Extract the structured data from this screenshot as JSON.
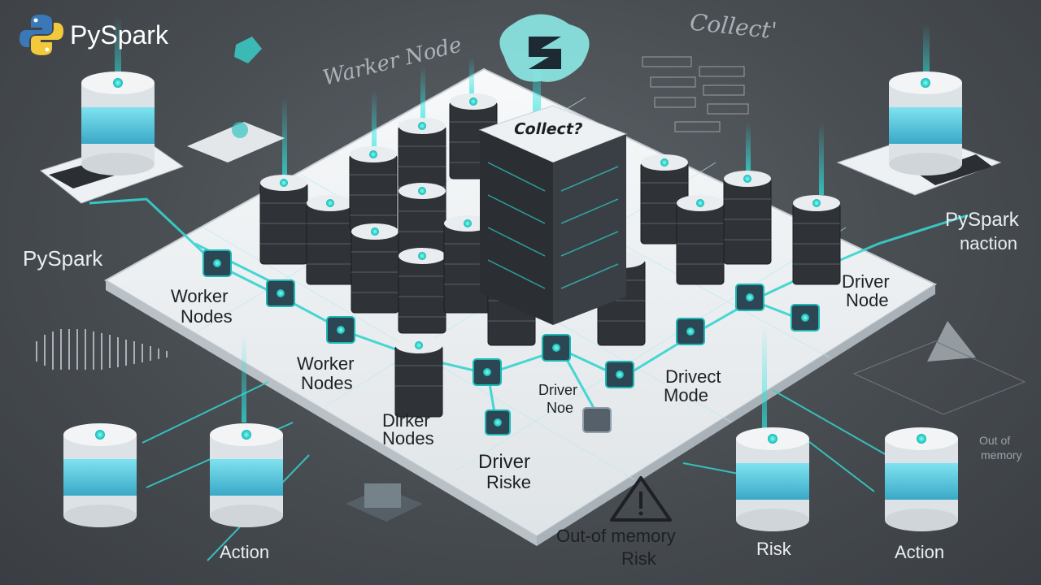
{
  "brand": {
    "name": "PySpark",
    "logo_icon": "python-logo-icon"
  },
  "labels": {
    "collect_cube": "Collect?",
    "collect_top": "Collect'",
    "worker_node_top": "Warker Node",
    "pyspark_left": "PySpark",
    "pyspark_right": "PySpark",
    "pyspark_right_sub": "naction",
    "worker_nodes_1_line1": "Worker",
    "worker_nodes_1_line2": "Nodes",
    "worker_nodes_2_line1": "Worker",
    "worker_nodes_2_line2": "Nodes",
    "dirker_nodes_line1": "Dirker",
    "dirker_nodes_line2": "Nodes",
    "driver_risk_line1": "Driver",
    "driver_risk_line2": "Riske",
    "driver_noe_line1": "Driver",
    "driver_noe_line2": "Noe",
    "drivect_mode_line1": "Drivect",
    "drivect_mode_line2": "Mode",
    "driver_node_line1": "Driver",
    "driver_node_line2": "Node",
    "out_of_memory_right_line1": "Out of",
    "out_of_memory_right_line2": "memory",
    "oom_risk_line1": "Out-of memory",
    "oom_risk_line2": "Risk",
    "action_left": "Action",
    "risk": "Risk",
    "action_right": "Action"
  },
  "icons": [
    "python-logo-icon",
    "warning-triangle-icon",
    "puzzle-icon",
    "database-icon",
    "server-stack-icon",
    "processor-node-icon",
    "terminal-icon"
  ],
  "colors": {
    "accent": "#2ee6df",
    "platform": "#eef1f3",
    "background": "#474c51",
    "stack_dark": "#2f3338"
  }
}
